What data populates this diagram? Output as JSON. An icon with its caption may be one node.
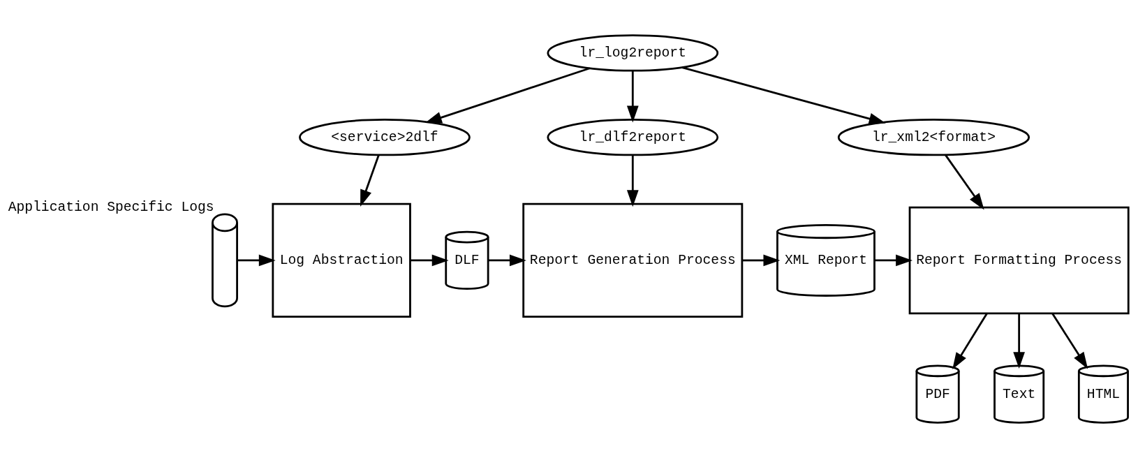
{
  "diagram": {
    "nodes": [
      {
        "text": [
          "lr_log2report"
        ]
      },
      {
        "text": [
          "<service>2dlf"
        ]
      },
      {
        "text": [
          "lr_dlf2report"
        ]
      },
      {
        "text": [
          "lr_xml2<format>"
        ]
      },
      {
        "text": [],
        "shape": "cylinder",
        "beside": [
          "Application Specific Logs"
        ]
      },
      {
        "text": [
          "Log Abstraction"
        ]
      },
      {
        "text": [
          "DLF"
        ]
      },
      {
        "text": [
          "Report Generation Process"
        ]
      },
      {
        "text": [
          "XML Report"
        ]
      },
      {
        "text": [
          "Report Formatting Process"
        ]
      },
      {
        "text": [
          "PDF"
        ]
      },
      {
        "text": [
          "Text"
        ]
      },
      {
        "text": [
          "HTML"
        ]
      }
    ],
    "edges": [
      {
        "from": 0,
        "to": 1,
        "arrow": "to"
      },
      {
        "from": 0,
        "to": 2,
        "arrow": "to"
      },
      {
        "from": 0,
        "to": 3,
        "arrow": "to"
      },
      {
        "from": 1,
        "to": 5,
        "arrow": "to"
      },
      {
        "from": 2,
        "to": 7,
        "arrow": "to"
      },
      {
        "from": 3,
        "to": 9,
        "arrow": "to"
      },
      {
        "from": 4,
        "to": 5,
        "arrow": "to"
      },
      {
        "from": 5,
        "to": 6,
        "arrow": "to"
      },
      {
        "from": 6,
        "to": 7,
        "arrow": "to"
      },
      {
        "from": 7,
        "to": 8,
        "arrow": "to"
      },
      {
        "from": 8,
        "to": 9,
        "arrow": "to"
      },
      {
        "from": 9,
        "to": 10,
        "arrow": "to"
      },
      {
        "from": 9,
        "to": 11,
        "arrow": "to"
      },
      {
        "from": 9,
        "to": 12,
        "arrow": "to"
      }
    ]
  }
}
